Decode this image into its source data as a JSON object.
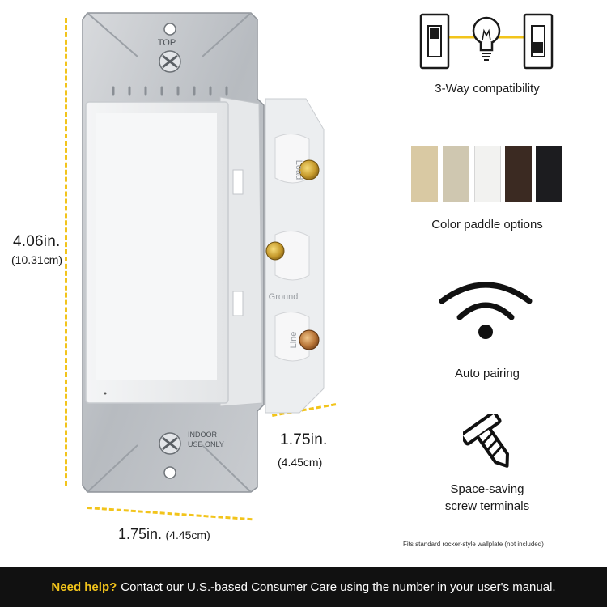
{
  "dimensions": {
    "height_in": "4.06in.",
    "height_cm": "(10.31cm)",
    "depth_in": "1.75in.",
    "depth_cm": "(4.45cm)",
    "width_in": "1.75in.",
    "width_cm": "(4.45cm)"
  },
  "device": {
    "top_label": "TOP",
    "indoor_label": "INDOOR",
    "use_label": "USE ONLY",
    "terminals": [
      "Load",
      "Ground",
      "Line"
    ]
  },
  "features": [
    {
      "label": "3-Way compatibility",
      "icon": "three-way-icon"
    },
    {
      "label": "Color paddle options",
      "icon": "color-swatches-icon"
    },
    {
      "label": "Auto pairing",
      "icon": "wireless-icon"
    },
    {
      "label_line1": "Space-saving",
      "label_line2": "screw terminals",
      "icon": "screw-icon"
    }
  ],
  "swatch_colors": [
    "#d9c9a3",
    "#cfc7b0",
    "#f2f2f0",
    "#3b2a22",
    "#1c1c1f"
  ],
  "accent_color": "#f2c41b",
  "note": "Fits standard rocker-style wallplate (not included)",
  "footer": {
    "highlight": "Need help?",
    "text": "Contact our U.S.-based Consumer Care using the number in your user's manual."
  }
}
